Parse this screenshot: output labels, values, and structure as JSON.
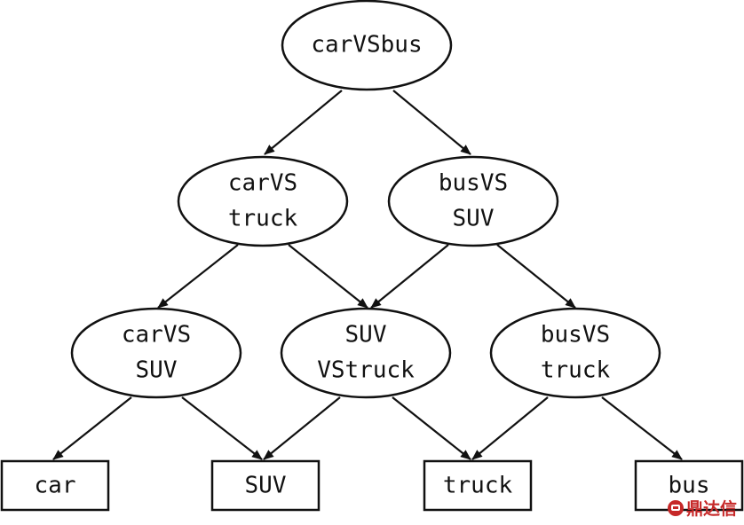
{
  "nodes": {
    "root": [
      "carVSbus"
    ],
    "car_vs_truck": [
      "carVS",
      "truck"
    ],
    "bus_vs_suv": [
      "busVS",
      "SUV"
    ],
    "car_vs_suv": [
      "carVS",
      "SUV"
    ],
    "suv_vs_truck": [
      "SUV",
      "VStruck"
    ],
    "bus_vs_truck": [
      "busVS",
      "truck"
    ]
  },
  "leaves": {
    "car": "car",
    "suv": "SUV",
    "truck": "truck",
    "bus": "bus"
  },
  "watermark": {
    "text": "鼎达信",
    "icon": "logo-badge-icon"
  }
}
